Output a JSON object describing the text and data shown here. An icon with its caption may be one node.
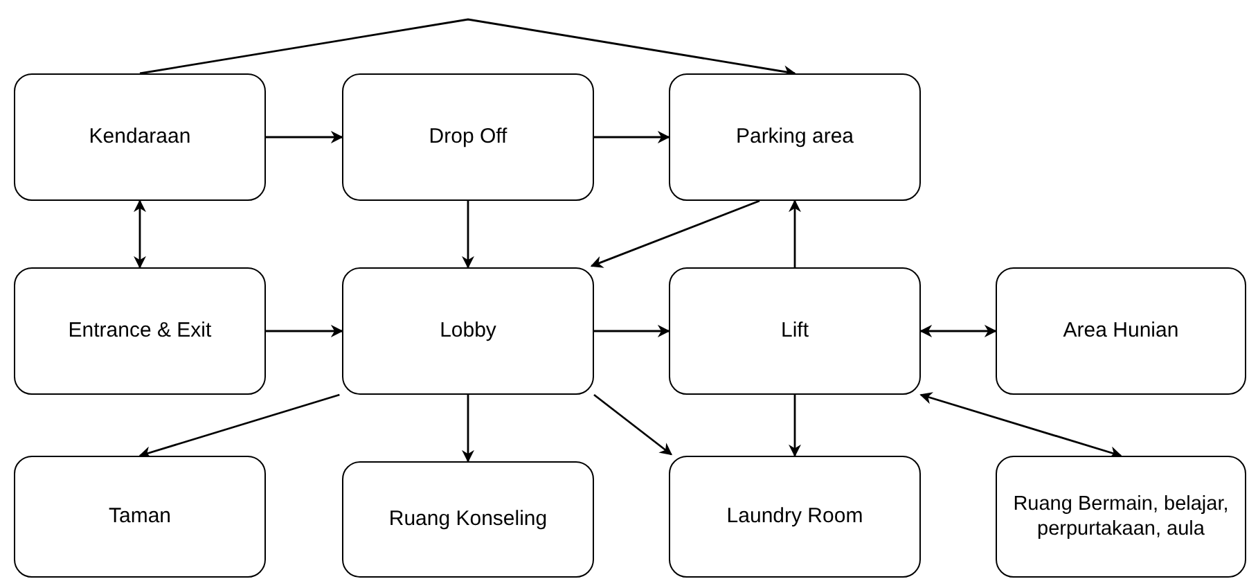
{
  "diagram": {
    "nodes": [
      {
        "text": [
          "Kendaraan"
        ]
      },
      {
        "text": [
          "Drop Off"
        ]
      },
      {
        "text": [
          "Parking area"
        ]
      },
      {
        "text": [
          "Entrance & Exit"
        ]
      },
      {
        "text": [
          "Lobby"
        ]
      },
      {
        "text": [
          "Lift"
        ]
      },
      {
        "text": [
          "Area Hunian"
        ]
      },
      {
        "text": [
          "Taman"
        ]
      },
      {
        "text": [
          "Ruang Konseling"
        ]
      },
      {
        "text": [
          "Laundry Room"
        ]
      },
      {
        "text": [
          "Ruang Bermain, belajar, perpurtakaan, aula"
        ]
      }
    ],
    "edges": [
      {
        "from": 0,
        "to": 1,
        "arrow": "to"
      },
      {
        "from": 1,
        "to": 2,
        "arrow": "to"
      },
      {
        "from": 0,
        "to": 2,
        "arrow": "to"
      },
      {
        "from": 0,
        "to": 3,
        "arrow": "both"
      },
      {
        "from": 1,
        "to": 4,
        "arrow": "to"
      },
      {
        "from": 2,
        "to": 4,
        "arrow": "to"
      },
      {
        "from": 3,
        "to": 4,
        "arrow": "to"
      },
      {
        "from": 4,
        "to": 5,
        "arrow": "to"
      },
      {
        "from": 5,
        "to": 2,
        "arrow": "to"
      },
      {
        "from": 5,
        "to": 6,
        "arrow": "both"
      },
      {
        "from": 4,
        "to": 7,
        "arrow": "to"
      },
      {
        "from": 4,
        "to": 8,
        "arrow": "to"
      },
      {
        "from": 4,
        "to": 9,
        "arrow": "to"
      },
      {
        "from": 5,
        "to": 9,
        "arrow": "to"
      },
      {
        "from": 5,
        "to": 10,
        "arrow": "both"
      }
    ]
  }
}
